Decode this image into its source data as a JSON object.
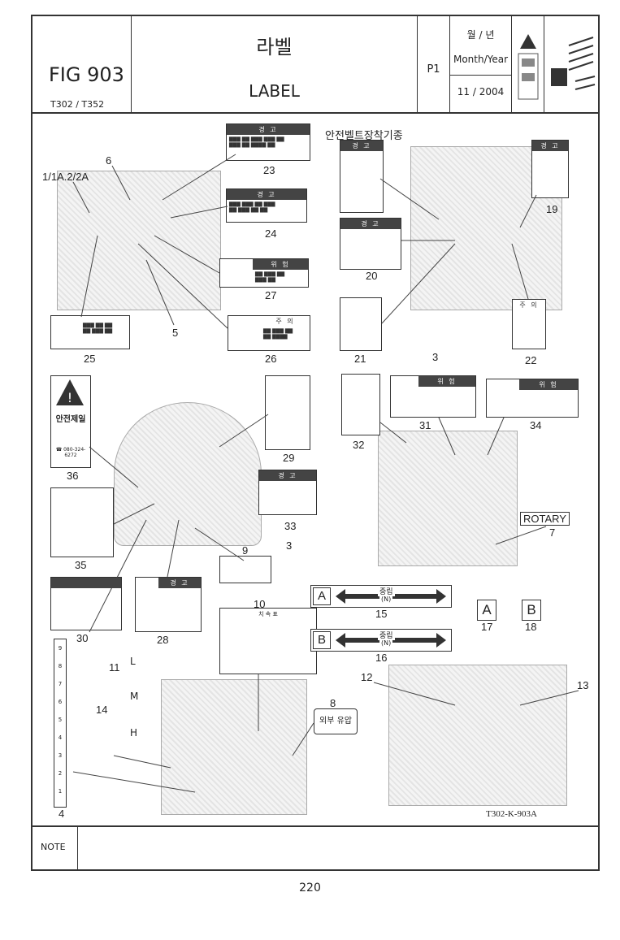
{
  "header": {
    "fig": "FIG 903",
    "models": "T302 / T352",
    "title_ko": "라벨",
    "title_en": "LABEL",
    "page": "P1",
    "month_ko": "월 / 년",
    "month_en": "Month/Year",
    "date": "11 / 2004"
  },
  "section_title": "안전벨트장착기종",
  "callouts": [
    "1/1A.2/2A",
    "6",
    "5",
    "23",
    "24",
    "27",
    "26",
    "25",
    "19",
    "20",
    "21",
    "3",
    "22",
    "36",
    "29",
    "33",
    "9",
    "3",
    "35",
    "32",
    "31",
    "34",
    "7",
    "30",
    "28",
    "10",
    "15",
    "16",
    "17",
    "18",
    "11",
    "14",
    "4",
    "8",
    "12",
    "13"
  ],
  "labels": {
    "warning": "경 고",
    "caution": "주 의",
    "danger": "위 험",
    "safety_first": "안전제일",
    "rotary": "ROTARY",
    "neutral": "중립",
    "neutral_n": "(N)",
    "a": "A",
    "b": "B",
    "external_hydraulic": "외부 유압",
    "l": "L",
    "m": "M",
    "h": "H",
    "phone": "☎ 080-324-6272",
    "tachometer_title": "치 속 표",
    "plate": "T302-K-903A"
  },
  "note_label": "NOTE",
  "page_number": "220"
}
